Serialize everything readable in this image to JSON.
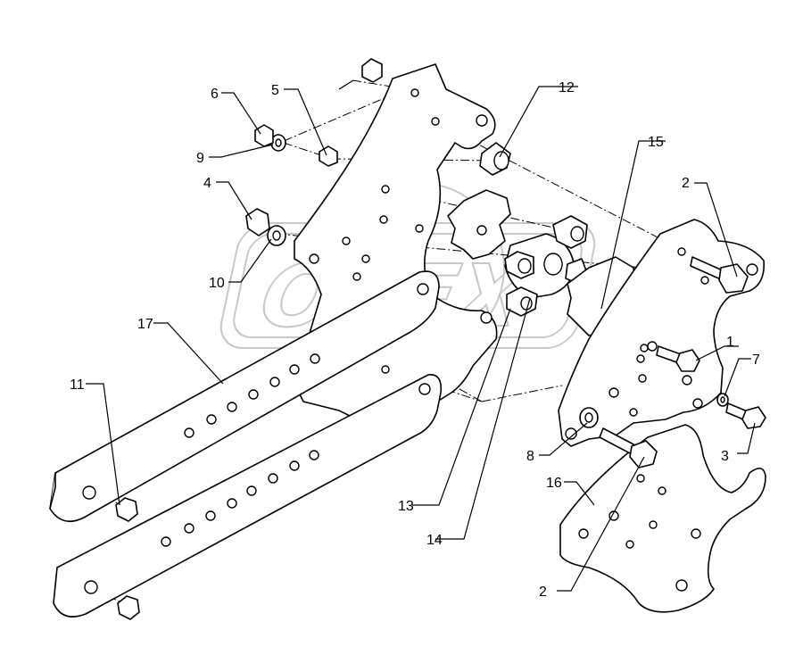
{
  "watermark": {
    "text": "OPEX"
  },
  "callouts": [
    {
      "id": "1",
      "text": "1"
    },
    {
      "id": "2a",
      "text": "2"
    },
    {
      "id": "2b",
      "text": "2"
    },
    {
      "id": "3",
      "text": "3"
    },
    {
      "id": "4",
      "text": "4"
    },
    {
      "id": "5",
      "text": "5"
    },
    {
      "id": "6",
      "text": "6"
    },
    {
      "id": "7",
      "text": "7"
    },
    {
      "id": "8",
      "text": "8"
    },
    {
      "id": "9",
      "text": "9"
    },
    {
      "id": "10",
      "text": "10"
    },
    {
      "id": "11",
      "text": "11"
    },
    {
      "id": "12",
      "text": "12"
    },
    {
      "id": "13",
      "text": "13"
    },
    {
      "id": "14",
      "text": "14"
    },
    {
      "id": "15",
      "text": "15"
    },
    {
      "id": "16",
      "text": "16"
    },
    {
      "id": "17",
      "text": "17"
    }
  ]
}
